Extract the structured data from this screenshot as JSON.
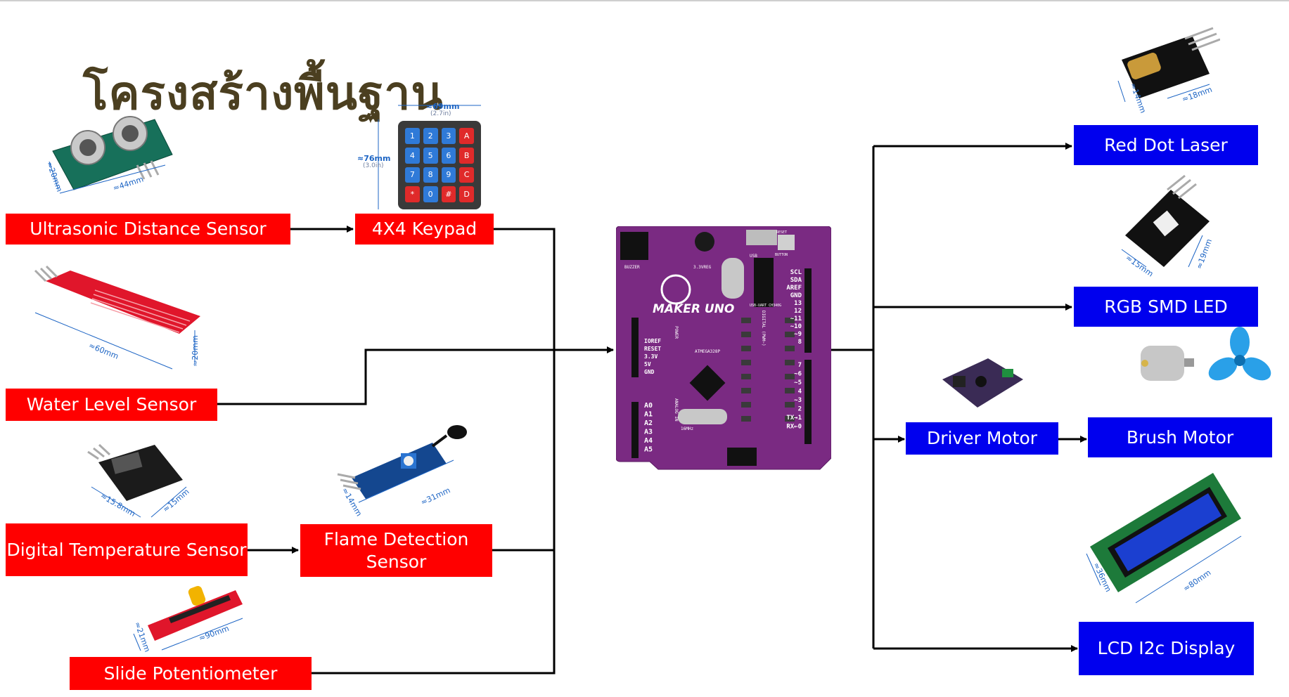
{
  "title": "โครงสร้างพื้นฐาน",
  "inputs": {
    "ultrasonic": "Ultrasonic Distance Sensor",
    "keypad": "4X4 Keypad",
    "water": "Water Level Sensor",
    "temperature": "Digital Temperature Sensor",
    "flame": "Flame Detection Sensor",
    "slide": "Slide Potentiometer"
  },
  "outputs": {
    "laser": "Red Dot Laser",
    "rgb": "RGB SMD LED",
    "driver": "Driver Motor",
    "brush": "Brush Motor",
    "lcd": "LCD I2c Display"
  },
  "board": {
    "name": "MAKER UNO",
    "chip": "ATMEGA328P",
    "usb_chip": "USB-UART CH340G",
    "usb": "USB",
    "crystal": "16MHz",
    "buzzer": "BUZZER",
    "voltage": "3.3VREG",
    "reset": "RESET",
    "button": "BUTTON",
    "power_header": "POWER",
    "analog_header": "ANALOG IN",
    "digital_header": "DIGITAL (PWM~)",
    "left_pins": [
      "IOREF",
      "RESET",
      "3.3V",
      "5V",
      "GND"
    ],
    "analog_pins": [
      "A0",
      "A1",
      "A2",
      "A3",
      "A4",
      "A5"
    ],
    "right_top_pins": [
      "SCL",
      "SDA",
      "AREF",
      "GND",
      "13",
      "12",
      "~11",
      "~10",
      "~9",
      "8"
    ],
    "right_bottom_pins": [
      "7",
      "~6",
      "~5",
      "4",
      "~3",
      "2",
      "TX→1",
      "RX←0"
    ]
  },
  "dimensions": {
    "keypad_width": "≈69mm",
    "keypad_width_in": "(2.7in)",
    "keypad_height": "≈76mm",
    "keypad_height_in": "(3.0in)",
    "ultra_width": "≈44mm",
    "ultra_height": "≈20mm",
    "water_width": "≈60mm",
    "water_height": "≈20mm",
    "temp_width": "≈15.8mm",
    "temp_height": "≈15mm",
    "flame_width": "≈31mm",
    "flame_height": "≈14mm",
    "slide_width": "≈90mm",
    "slide_height": "≈21mm",
    "laser_width": "≈14mm",
    "laser_height": "≈18mm",
    "rgb_width": "≈15mm",
    "rgb_height": "≈19mm",
    "lcd_width": "≈80mm",
    "lcd_height": "≈36mm"
  },
  "keypad_keys": [
    "1",
    "2",
    "3",
    "A",
    "4",
    "5",
    "6",
    "B",
    "7",
    "8",
    "9",
    "C",
    "*",
    "0",
    "#",
    "D"
  ],
  "colors": {
    "input_box": "#ff0000",
    "output_box": "#0000ee",
    "board": "#7a2a82",
    "title": "#4b3f20",
    "wire": "#000000"
  }
}
